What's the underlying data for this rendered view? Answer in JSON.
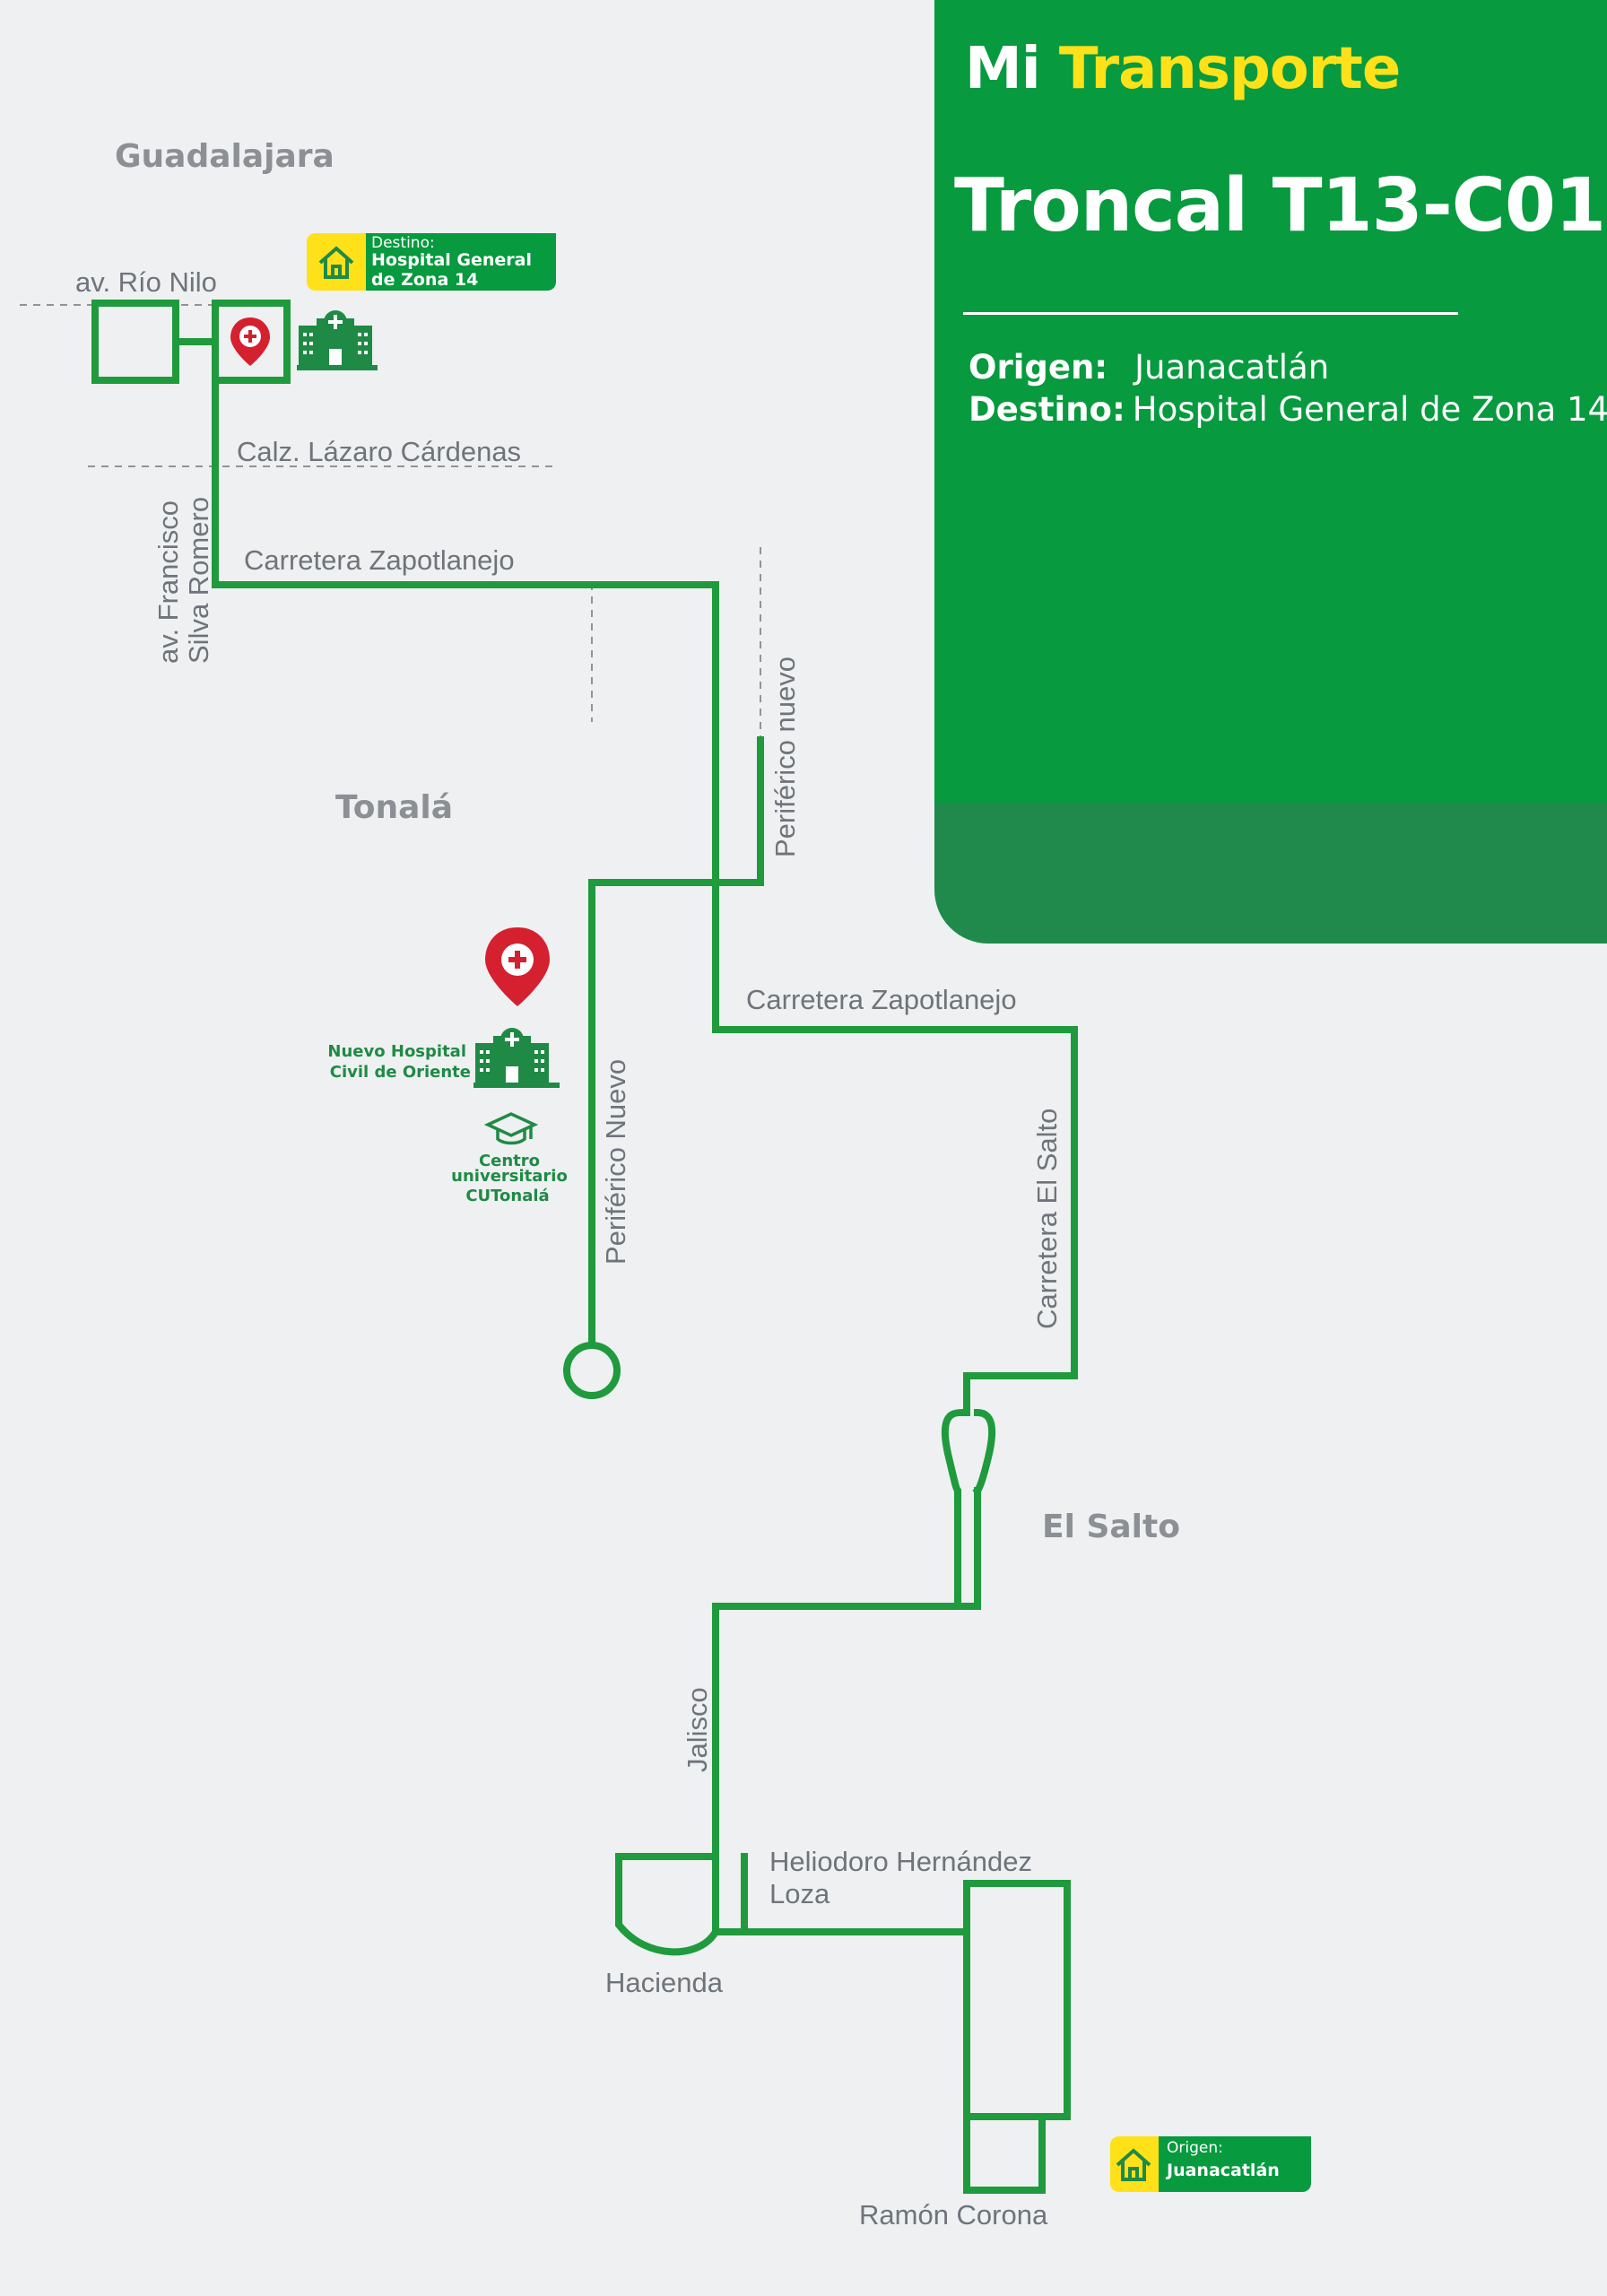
{
  "header": {
    "brand_part1": "Mi",
    "brand_part2": "Transporte",
    "route_name": "Troncal T13-C01",
    "origin_label": "Origen:",
    "origin_value": "Juanacatlán",
    "destination_label": "Destino:",
    "destination_value": "Hospital General de Zona 14"
  },
  "colors": {
    "route": "#1f9a3d",
    "header_green": "#079a3e",
    "header_dark_green": "#1f8a4b",
    "brand_yellow": "#ffe11a",
    "marker_red": "#d5202f",
    "background": "#eef0f1"
  },
  "cities": {
    "guadalajara": "Guadalajara",
    "tonala": "Tonalá",
    "el_salto": "El Salto"
  },
  "streets": {
    "rio_nilo": "av. Río Nilo",
    "lazaro_cardenas": "Calz. Lázaro Cárdenas",
    "silva_romero_line1": "av. Francisco",
    "silva_romero_line2": "Silva Romero",
    "zapotlanejo_top": "Carretera Zapotlanejo",
    "periferico_nuevo_right": "Periférico nuevo",
    "periferico_nuevo_left": "Periférico Nuevo",
    "zapotlanejo_mid": "Carretera Zapotlanejo",
    "el_salto_road": "Carretera El Salto",
    "jalisco": "Jalisco",
    "heliodoro_line1": "Heliodoro Hernández",
    "heliodoro_line2": "Loza",
    "hacienda": "Hacienda",
    "ramon_corona": "Ramón Corona"
  },
  "points_of_interest": {
    "hospital_line1": "Nuevo Hospital",
    "hospital_line2": "Civil de Oriente",
    "university_line1": "Centro",
    "university_line2": "universitario",
    "university_line3": "CUTonalá"
  },
  "destination_tag": {
    "label": "Destino:",
    "line1": "Hospital General",
    "line2": "de Zona 14",
    "icon": "home-icon"
  },
  "origin_tag": {
    "label": "Origen:",
    "name": "Juanacatlán",
    "icon": "home-icon"
  },
  "icons": [
    "hospital-building-icon",
    "location-pin-icon",
    "graduation-cap-icon",
    "home-icon"
  ]
}
